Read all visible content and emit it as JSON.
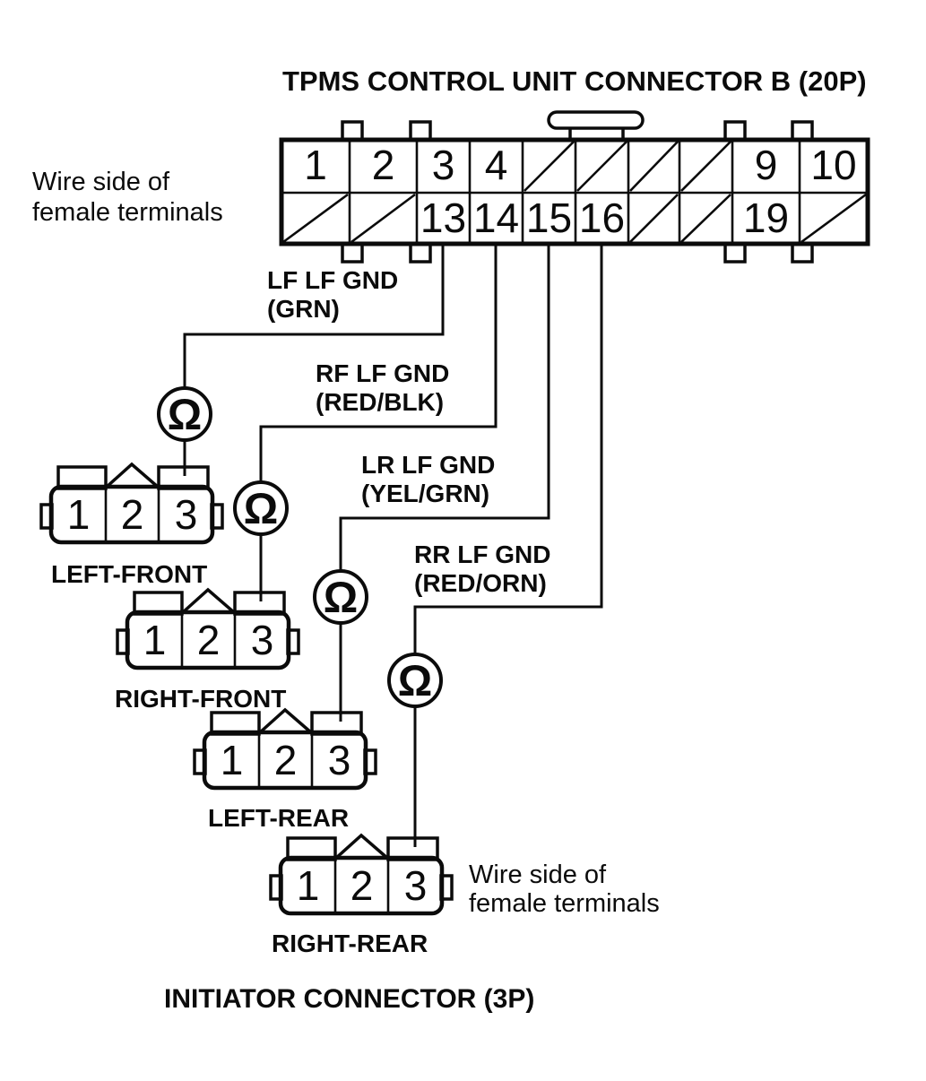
{
  "title": "TPMS CONTROL UNIT CONNECTOR B (20P)",
  "notes": {
    "left": [
      "Wire side of",
      "female terminals"
    ],
    "right": [
      "Wire side of",
      "female terminals"
    ]
  },
  "connector_b": {
    "pin_count": "20P",
    "top_row": [
      "1",
      "2",
      "3",
      "4",
      "",
      "",
      "",
      "",
      "9",
      "10"
    ],
    "bottom_row": [
      "",
      "",
      "13",
      "14",
      "15",
      "16",
      "",
      "",
      "19",
      ""
    ]
  },
  "resistance_symbol": "Ω",
  "wires": [
    {
      "label": [
        "LF LF GND",
        "(GRN)"
      ],
      "from_pin": "13",
      "to_connector": "LEFT-FRONT"
    },
    {
      "label": [
        "RF LF GND",
        "(RED/BLK)"
      ],
      "from_pin": "14",
      "to_connector": "RIGHT-FRONT"
    },
    {
      "label": [
        "LR LF GND",
        "(YEL/GRN)"
      ],
      "from_pin": "15",
      "to_connector": "LEFT-REAR"
    },
    {
      "label": [
        "RR LF GND",
        "(RED/ORN)"
      ],
      "from_pin": "16",
      "to_connector": "RIGHT-REAR"
    }
  ],
  "initiator_connectors": [
    {
      "name": "LEFT-FRONT",
      "pins": [
        "1",
        "2",
        "3"
      ]
    },
    {
      "name": "RIGHT-FRONT",
      "pins": [
        "1",
        "2",
        "3"
      ]
    },
    {
      "name": "LEFT-REAR",
      "pins": [
        "1",
        "2",
        "3"
      ]
    },
    {
      "name": "RIGHT-REAR",
      "pins": [
        "1",
        "2",
        "3"
      ]
    }
  ],
  "footer": {
    "label": "INITIATOR CONNECTOR (3P)"
  }
}
